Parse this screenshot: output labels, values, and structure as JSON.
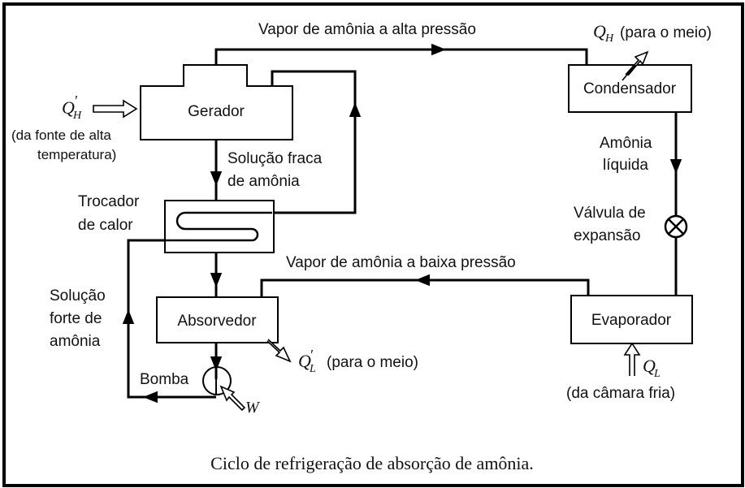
{
  "diagram": {
    "title": "Ciclo de refrigeração de absorção de amônia.",
    "components": {
      "generator": "Gerador",
      "condenser": "Condensador",
      "heat_exchanger_line1": "Trocador",
      "heat_exchanger_line2": "de calor",
      "absorber": "Absorvedor",
      "evaporator": "Evaporador",
      "pump": "Bomba",
      "valve_line1": "Válvula de",
      "valve_line2": "expansão"
    },
    "flows": {
      "high_pressure_vapor": "Vapor de amônia a alta pressão",
      "low_pressure_vapor": "Vapor de amônia a baixa pressão",
      "weak_solution_line1": "Solução fraca",
      "weak_solution_line2": "de amônia",
      "strong_solution_line1": "Solução",
      "strong_solution_line2": "forte de",
      "strong_solution_line3": "amônia",
      "liquid_ammonia_line1": "Amônia",
      "liquid_ammonia_line2": "líquida"
    },
    "heat": {
      "qh_prime_symbol": "Q",
      "qh_prime_sub": "H",
      "qh_prime_prime": "′",
      "qh_prime_desc_line1": "(da fonte de alta",
      "qh_prime_desc_line2": "temperatura)",
      "qh_symbol": "Q",
      "qh_sub": "H",
      "qh_desc": "(para o meio)",
      "ql_prime_symbol": "Q",
      "ql_prime_sub": "L",
      "ql_prime_prime": "′",
      "ql_prime_desc": "(para o meio)",
      "ql_symbol": "Q",
      "ql_sub": "L",
      "ql_desc": "(da câmara fria)",
      "work_symbol": "W"
    }
  }
}
